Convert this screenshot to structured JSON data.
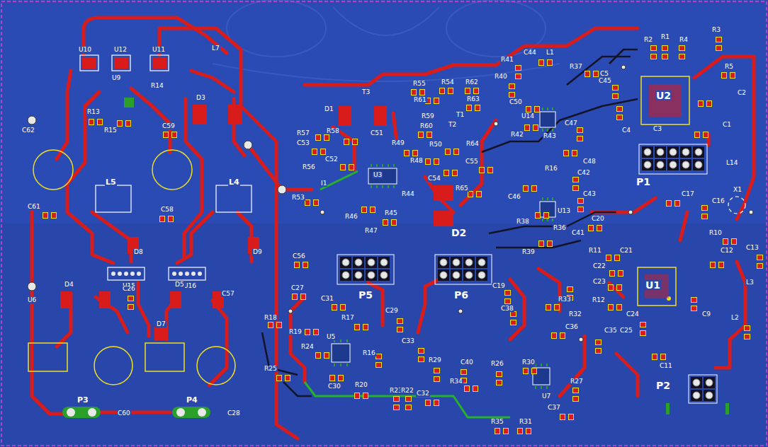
{
  "diagram": {
    "labels": [
      "U10",
      "U12",
      "U11",
      "L7",
      "U9",
      "R14",
      "R13",
      "R15",
      "C59",
      "D3",
      "C62",
      "L5",
      "L4",
      "C61",
      "C58",
      "U15",
      "U16",
      "D8",
      "D9",
      "D4",
      "C26",
      "D5",
      "C57",
      "U6",
      "D7",
      "P3",
      "P4",
      "C60",
      "C28",
      "C56",
      "C27",
      "T3",
      "R55",
      "R54",
      "R62",
      "D1",
      "R61",
      "R63",
      "T1",
      "R57",
      "C51",
      "R59",
      "R60",
      "R58",
      "T2",
      "C53",
      "R49",
      "R50",
      "R64",
      "C52",
      "R56",
      "R48",
      "C54",
      "C55",
      "R44",
      "U3",
      "R53",
      "I1",
      "R46",
      "R45",
      "R47",
      "R65",
      "D2",
      "R41",
      "R40",
      "C44",
      "L1",
      "R37",
      "C5",
      "C50",
      "U14",
      "R42",
      "R43",
      "C47",
      "C45",
      "C48",
      "C46",
      "R16",
      "C42",
      "C43",
      "U13",
      "R38",
      "R36",
      "C41",
      "R39",
      "U2",
      "R2",
      "R1",
      "R4",
      "R3",
      "R5",
      "C2",
      "C3",
      "C1",
      "C4",
      "P1",
      "L14",
      "X1",
      "C17",
      "C16",
      "C20",
      "R11",
      "C21",
      "C22",
      "C23",
      "R12",
      "C24",
      "U1",
      "R10",
      "C12",
      "C13",
      "L3",
      "C9",
      "C25",
      "C11",
      "L2",
      "P2",
      "C35",
      "P5",
      "P6",
      "R18",
      "R19",
      "C31",
      "R17",
      "C29",
      "R24",
      "R25",
      "U5",
      "R16",
      "C33",
      "C30",
      "R20",
      "R23",
      "R22",
      "C32",
      "C19",
      "C38",
      "R33",
      "R32",
      "C36",
      "R29",
      "C40",
      "R26",
      "R30",
      "R34",
      "R27",
      "U7",
      "C37",
      "R31",
      "R35"
    ]
  }
}
